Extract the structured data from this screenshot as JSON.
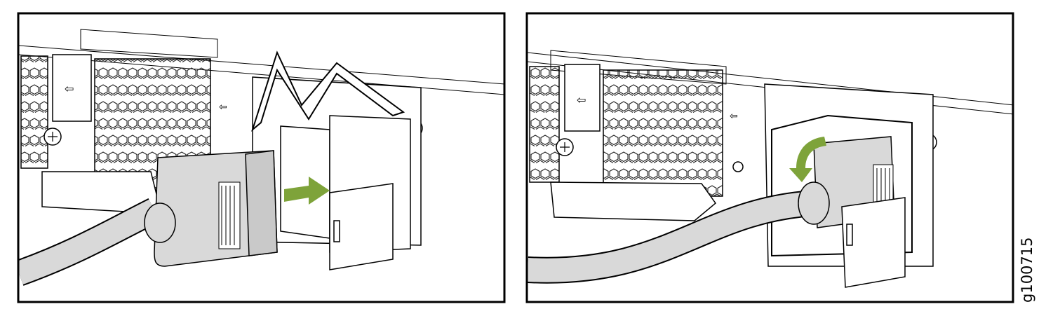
{
  "figure": {
    "id_label": "g100715",
    "panels": [
      {
        "step": "insert-plug",
        "arrow_direction": "right"
      },
      {
        "step": "secure-retainer-clip",
        "arrow_direction": "down"
      }
    ]
  },
  "colors": {
    "arrow": "#7ea33a",
    "cable": "#d9d9d9",
    "outline": "#000000"
  }
}
